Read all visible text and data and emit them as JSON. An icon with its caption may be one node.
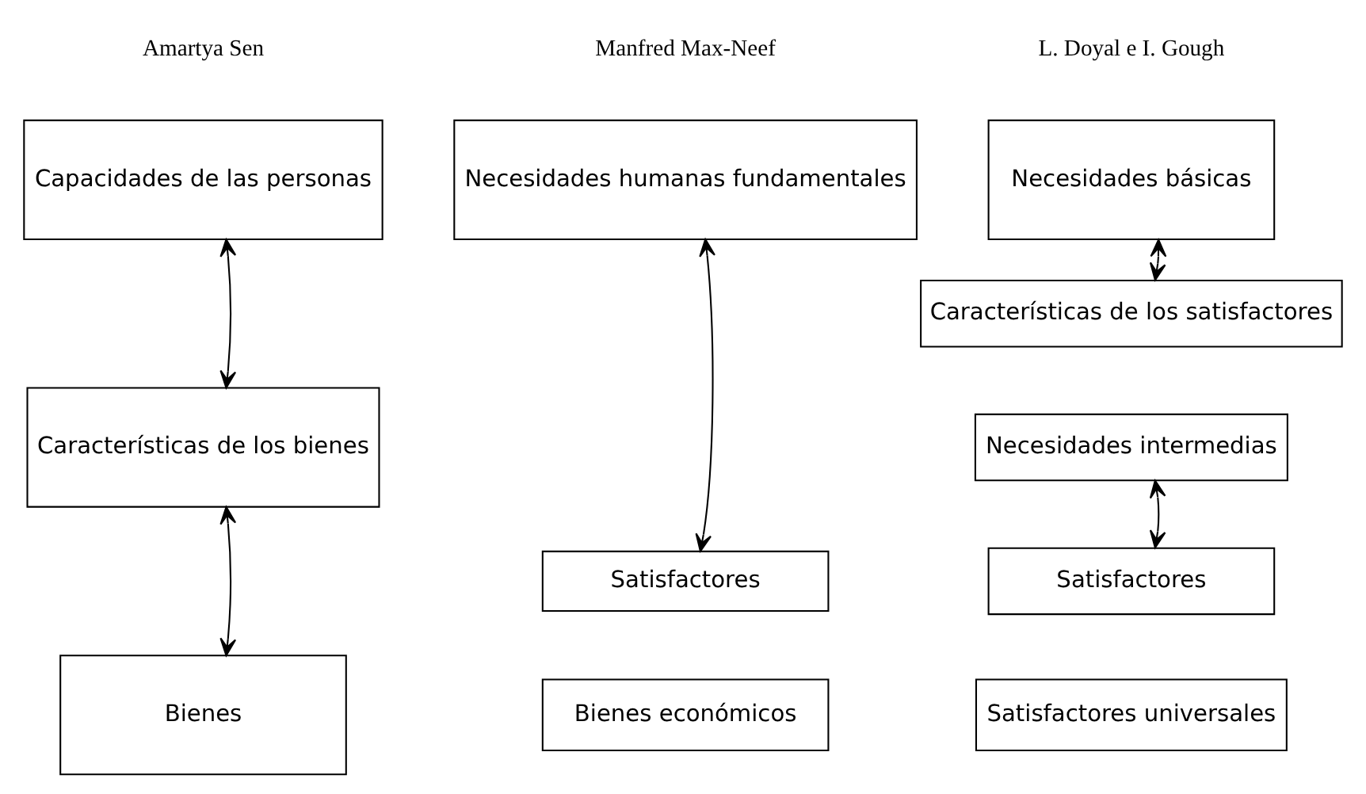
{
  "diagram": {
    "nodes": [
      {
        "text": [
          "Capacidades de las personas"
        ]
      },
      {
        "text": [
          "Características de los bienes"
        ]
      },
      {
        "text": [
          "Bienes"
        ]
      },
      {
        "text": [
          "Necesidades humanas fundamentales"
        ]
      },
      {
        "text": [
          "Satisfactores"
        ]
      },
      {
        "text": [
          "Bienes económicos"
        ]
      },
      {
        "text": [
          "Necesidades básicas"
        ]
      },
      {
        "text": [
          "Características de los satisfactores"
        ]
      },
      {
        "text": [
          "Necesidades intermedias"
        ]
      },
      {
        "text": [
          "Satisfactores"
        ]
      },
      {
        "text": [
          "Satisfactores universales"
        ]
      }
    ],
    "edges": [
      {
        "from": 0,
        "to": 1,
        "arrow": "both"
      },
      {
        "from": 1,
        "to": 2,
        "arrow": "both"
      },
      {
        "from": 3,
        "to": 4,
        "arrow": "both"
      },
      {
        "from": 6,
        "to": 7,
        "arrow": "both"
      },
      {
        "from": 8,
        "to": 9,
        "arrow": "both"
      }
    ],
    "labels": [
      "Amartya Sen",
      "Manfred Max-Neef",
      "L. Doyal e I. Gough"
    ]
  }
}
